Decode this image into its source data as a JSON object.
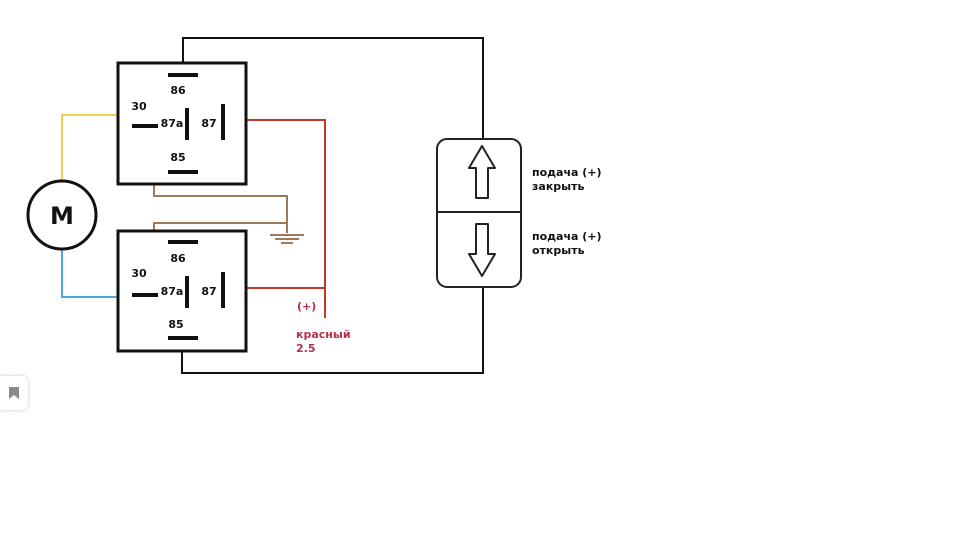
{
  "colors": {
    "wire_black": "#111111",
    "wire_yellow": "#ecd24a",
    "wire_blue": "#4aa8dc",
    "wire_red": "#c0392b",
    "wire_brown": "#9b7b5a",
    "text_red": "#b5304a",
    "switch_border": "#222222"
  },
  "motor": {
    "label": "M"
  },
  "relay_top": {
    "pin86": "86",
    "pin30": "30",
    "pin87a": "87a",
    "pin87": "87",
    "pin85": "85"
  },
  "relay_bottom": {
    "pin86": "86",
    "pin30": "30",
    "pin87a": "87a",
    "pin87": "87",
    "pin85": "85"
  },
  "switch": {
    "close_line1": "подача (+)",
    "close_line2": "закрыть",
    "open_line1": "подача (+)",
    "open_line2": "открыть",
    "up_icon": "arrow-up-icon",
    "down_icon": "arrow-down-icon"
  },
  "power_wire": {
    "plus_label": "(+)",
    "color_label": "красный",
    "gauge_label": "2.5"
  },
  "ui": {
    "bookmark_icon": "bookmark-icon"
  }
}
